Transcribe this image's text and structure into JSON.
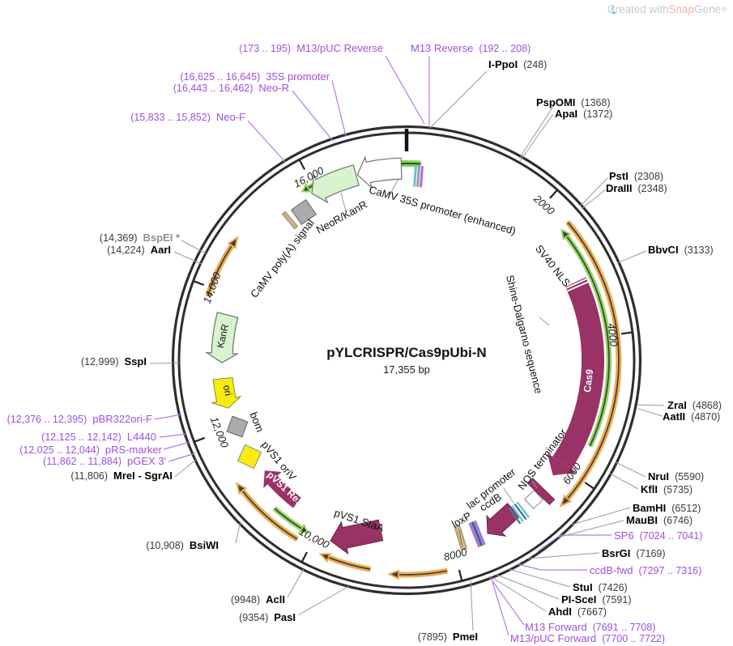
{
  "watermark": {
    "created": "Created with ",
    "snap": "Snap",
    "gene": "Gene",
    "reg": "®"
  },
  "plasmid": {
    "name": "pYLCRISPR/Cas9pUbi-N",
    "size": "17,355 bp"
  },
  "ticks": [
    "2000",
    "4000",
    "6000",
    "8000",
    "10,000",
    "12,000",
    "14,000",
    "16,000"
  ],
  "features": [
    {
      "label": "CaMV 35S promoter (enhanced)"
    },
    {
      "label": "NeoR/KanR"
    },
    {
      "label": "CaMV poly(A) signal"
    },
    {
      "label": "SV40 NLS"
    },
    {
      "label": "Cas9"
    },
    {
      "label": "Shine-Dalgarno sequence"
    },
    {
      "label": "NOS terminator"
    },
    {
      "label": "lac promoter"
    },
    {
      "label": "ccdB"
    },
    {
      "label": "loxP"
    },
    {
      "label": "pVS1 StaA"
    },
    {
      "label": "pVS1 Re..."
    },
    {
      "label": "pVS1 oriV"
    },
    {
      "label": "bom"
    },
    {
      "label": "ori"
    },
    {
      "label": "KanR"
    }
  ],
  "enzymes": [
    {
      "name": "I-PpoI",
      "pos": "(248)"
    },
    {
      "name": "PspOMI",
      "pos": "(1368)"
    },
    {
      "name": "ApaI",
      "pos": "(1372)"
    },
    {
      "name": "PstI",
      "pos": "(2308)"
    },
    {
      "name": "DraIII",
      "pos": "(2348)"
    },
    {
      "name": "BbvCI",
      "pos": "(3133)"
    },
    {
      "name": "ZraI",
      "pos": "(4868)"
    },
    {
      "name": "AatII",
      "pos": "(4870)"
    },
    {
      "name": "NruI",
      "pos": "(5590)"
    },
    {
      "name": "KflI",
      "pos": "(5735)"
    },
    {
      "name": "BamHI",
      "pos": "(6512)"
    },
    {
      "name": "MauBI",
      "pos": "(6746)"
    },
    {
      "name": "BsrGI",
      "pos": "(7169)"
    },
    {
      "name": "StuI",
      "pos": "(7426)"
    },
    {
      "name": "PI-SceI",
      "pos": "(7591)"
    },
    {
      "name": "AhdI",
      "pos": "(7667)"
    },
    {
      "name": "PmeI",
      "pos": "(7895)"
    },
    {
      "name": "PasI",
      "pos": "(9354)"
    },
    {
      "name": "AclI",
      "pos": "(9948)"
    },
    {
      "name": "BsiWI",
      "pos": "(10,908)"
    },
    {
      "name": "MreI - SgrAI",
      "pos": "(11,806)"
    },
    {
      "name": "SspI",
      "pos": "(12,999)"
    },
    {
      "name": "AarI",
      "pos": "(14,224)"
    },
    {
      "name": "BspEI *",
      "pos": "(14,369)"
    }
  ],
  "primers": [
    {
      "name": "M13/pUC Reverse",
      "range": "(173 .. 195)"
    },
    {
      "name": "M13 Reverse",
      "range": "(192 .. 208)"
    },
    {
      "name": "SP6",
      "range": "(7024 .. 7041)"
    },
    {
      "name": "ccdB-fwd",
      "range": "(7297 .. 7316)"
    },
    {
      "name": "M13 Forward",
      "range": "(7691 .. 7708)"
    },
    {
      "name": "M13/pUC Forward",
      "range": "(7700 .. 7722)"
    },
    {
      "name": "pGEX 3'",
      "range": "(11,862 .. 11,884)"
    },
    {
      "name": "pRS-marker",
      "range": "(12,025 .. 12,044)"
    },
    {
      "name": "L4440",
      "range": "(12,125 .. 12,142)"
    },
    {
      "name": "pBR322ori-F",
      "range": "(12,376 .. 12,395)"
    },
    {
      "name": "Neo-F",
      "range": "(15,833 .. 15,852)"
    },
    {
      "name": "Neo-R",
      "range": "(16,443 .. 16,462)"
    },
    {
      "name": "35S promoter",
      "range": "(16,625 .. 16,645)"
    }
  ],
  "colors": {
    "cds_maroon": "#993366",
    "orf_orange": "#EFAC4D",
    "arrow_green": "#8FD95E",
    "light_green": "#D7F4CE",
    "yellow": "#F6EC13",
    "gray_feature": "#ABABAB",
    "primer_purple": "#A04FE0",
    "backbone": "#2E2E2E",
    "cyan": "#6FBFD8"
  }
}
